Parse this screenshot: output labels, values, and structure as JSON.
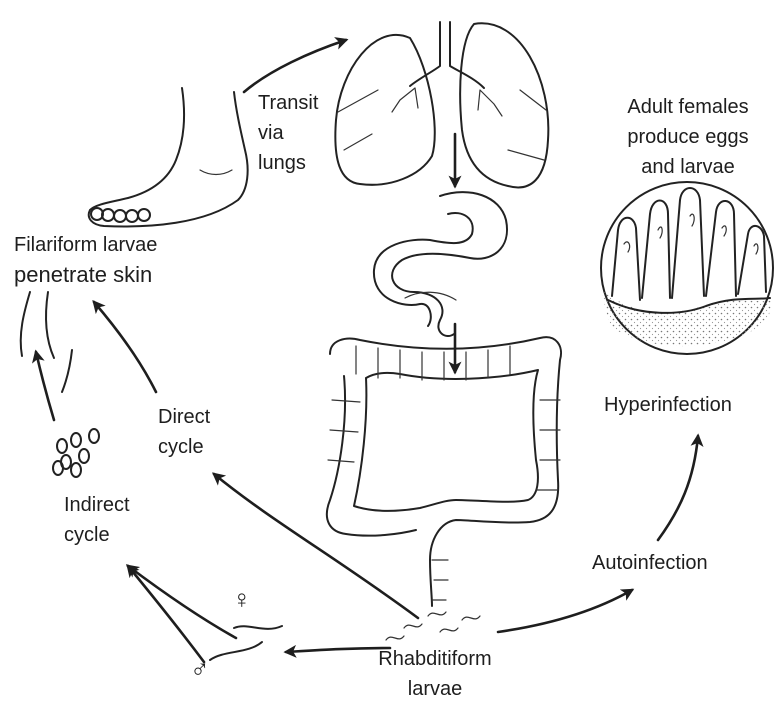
{
  "labels": {
    "transit": [
      "Transit",
      "via",
      "lungs"
    ],
    "adult_females": [
      "Adult females",
      "produce eggs",
      "and larvae"
    ],
    "filariform": [
      "Filariform larvae",
      "penetrate skin"
    ],
    "hyperinfection": "Hyperinfection",
    "direct_cycle": [
      "Direct",
      "cycle"
    ],
    "indirect_cycle": [
      "Indirect",
      "cycle"
    ],
    "autoinfection": "Autoinfection",
    "rhabditiform": [
      "Rhabditiform",
      "larvae"
    ],
    "female_symbol": "♀",
    "male_symbol": "♂"
  },
  "colors": {
    "ink": "#1e1e1e",
    "background": "#ffffff"
  }
}
